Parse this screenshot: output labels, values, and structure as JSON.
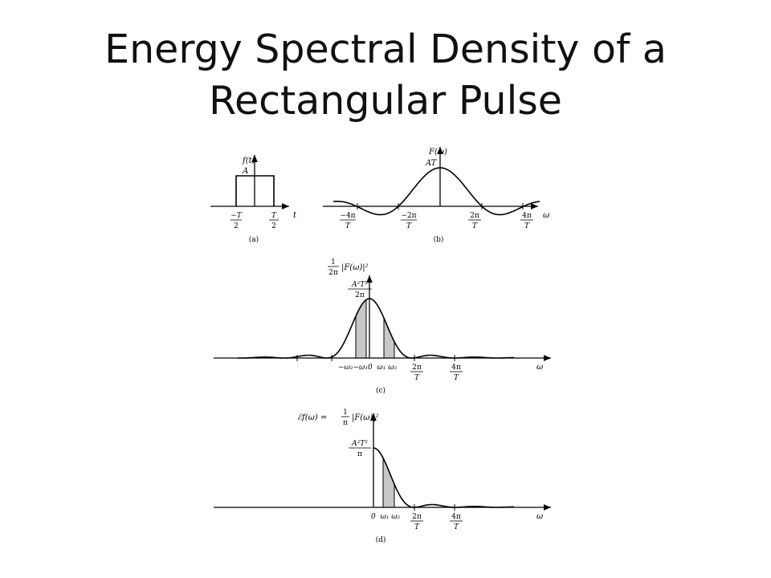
{
  "slide": {
    "title_line1": "Energy Spectral Density of a",
    "title_line2": "Rectangular Pulse"
  },
  "panel_a": {
    "y_axis_label": "f(t)",
    "amplitude_label": "A",
    "x_axis_label": "t",
    "tick_left_num": "−T",
    "tick_left_den": "2",
    "tick_right_num": "T",
    "tick_right_den": "2",
    "caption": "(a)"
  },
  "panel_b": {
    "y_axis_label": "F(ω)",
    "peak_label": "AT",
    "x_axis_label": "ω",
    "ticks": [
      {
        "num": "−4π",
        "den": "T"
      },
      {
        "num": "−2π",
        "den": "T"
      },
      {
        "num": "2π",
        "den": "T"
      },
      {
        "num": "4π",
        "den": "T"
      }
    ],
    "caption": "(b)"
  },
  "panel_c": {
    "y_label_coef_num": "1",
    "y_label_coef_den": "2π",
    "y_label_expr": "|F(ω)|²",
    "peak_num": "A²T²",
    "peak_den": "2π",
    "x_axis_label": "ω",
    "band_labels": "−ω₂−ω₁0  ω₁ ω₂",
    "ticks": [
      {
        "num": "2π",
        "den": "T"
      },
      {
        "num": "4π",
        "den": "T"
      }
    ],
    "caption": "(c)"
  },
  "panel_d": {
    "y_label_lhs": "ℰf(ω) =",
    "y_label_coef_num": "1",
    "y_label_coef_den": "π",
    "y_label_expr": "|F(ω)|²",
    "peak_num": "A²T²",
    "peak_den": "π",
    "x_axis_label": "ω",
    "band_labels": "0  ω₁ ω₂",
    "ticks": [
      {
        "num": "2π",
        "den": "T"
      },
      {
        "num": "4π",
        "den": "T"
      }
    ],
    "caption": "(d)"
  },
  "colors": {
    "ink": "#000000",
    "shade": "#c8c8c8"
  }
}
